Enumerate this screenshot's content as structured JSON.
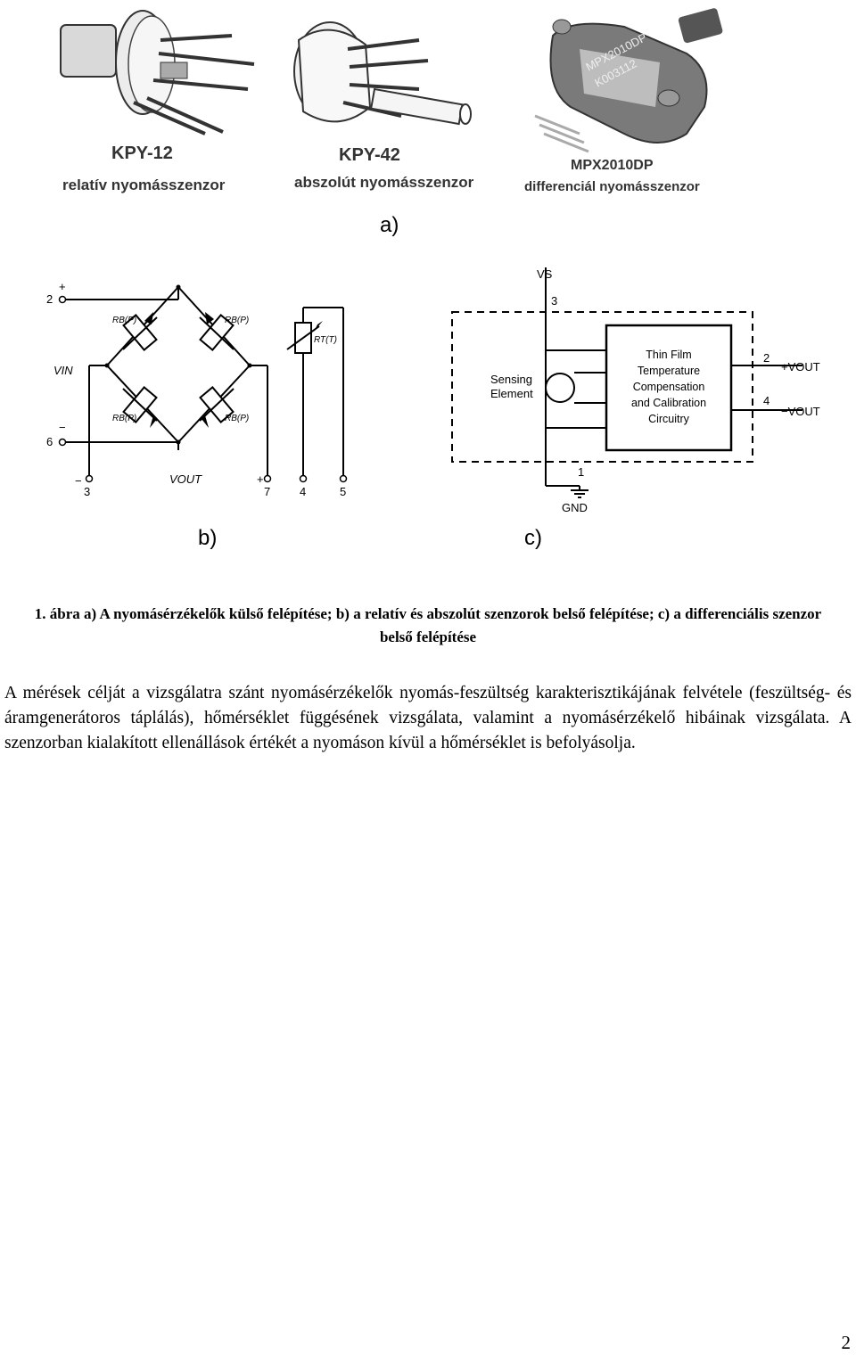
{
  "figure": {
    "part_a": {
      "products": [
        {
          "model": "KPY-12",
          "description": "relatív nyomásszenzor"
        },
        {
          "model": "KPY-42",
          "description": "abszolút nyomásszenzor"
        },
        {
          "model": "MPX2010DP",
          "description": "differenciál nyomásszenzor",
          "marking": [
            "MPX2010DP",
            "K003112"
          ]
        }
      ],
      "label": "a)"
    },
    "part_b": {
      "label": "b)",
      "pins": {
        "p2": "2",
        "p6": "6",
        "p3": "3",
        "p7": "7",
        "p4": "4",
        "p5": "5"
      },
      "signs": {
        "plus_top": "+",
        "minus_left": "−",
        "minus_bottom": "−",
        "plus_bottom": "+"
      },
      "labels": {
        "vin": "VIN",
        "vout": "VOUT",
        "rb": "RB(P)",
        "rt": "RT(T)"
      }
    },
    "part_c": {
      "label": "c)",
      "vs": "VS",
      "pin3": "3",
      "pin2": "2",
      "pin4": "4",
      "pin1": "1",
      "gnd": "GND",
      "sensing": [
        "Sensing",
        "Element"
      ],
      "block": [
        "Thin Film",
        "Temperature",
        "Compensation",
        "and Calibration",
        "Circuitry"
      ],
      "vout_pos": "+VOUT",
      "vout_neg": "−VOUT"
    }
  },
  "caption": "1. ábra a) A nyomásérzékelők külső felépítése; b) a relatív és abszolút szenzorok belső felépítése; c) a differenciális szenzor belső felépítése",
  "paragraph": "A mérések célját a vizsgálatra szánt nyomásérzékelők nyomás-feszültség karakterisztikájának felvétele (feszültség- és áramgenerátoros táplálás), hőmérséklet függésének vizsgálata, valamint a nyomásérzékelő hibáinak vizsgálata. A szenzorban kialakított ellenállások értékét a nyomáson kívül a hőmérséklet is befolyásolja.",
  "page_number": "2"
}
